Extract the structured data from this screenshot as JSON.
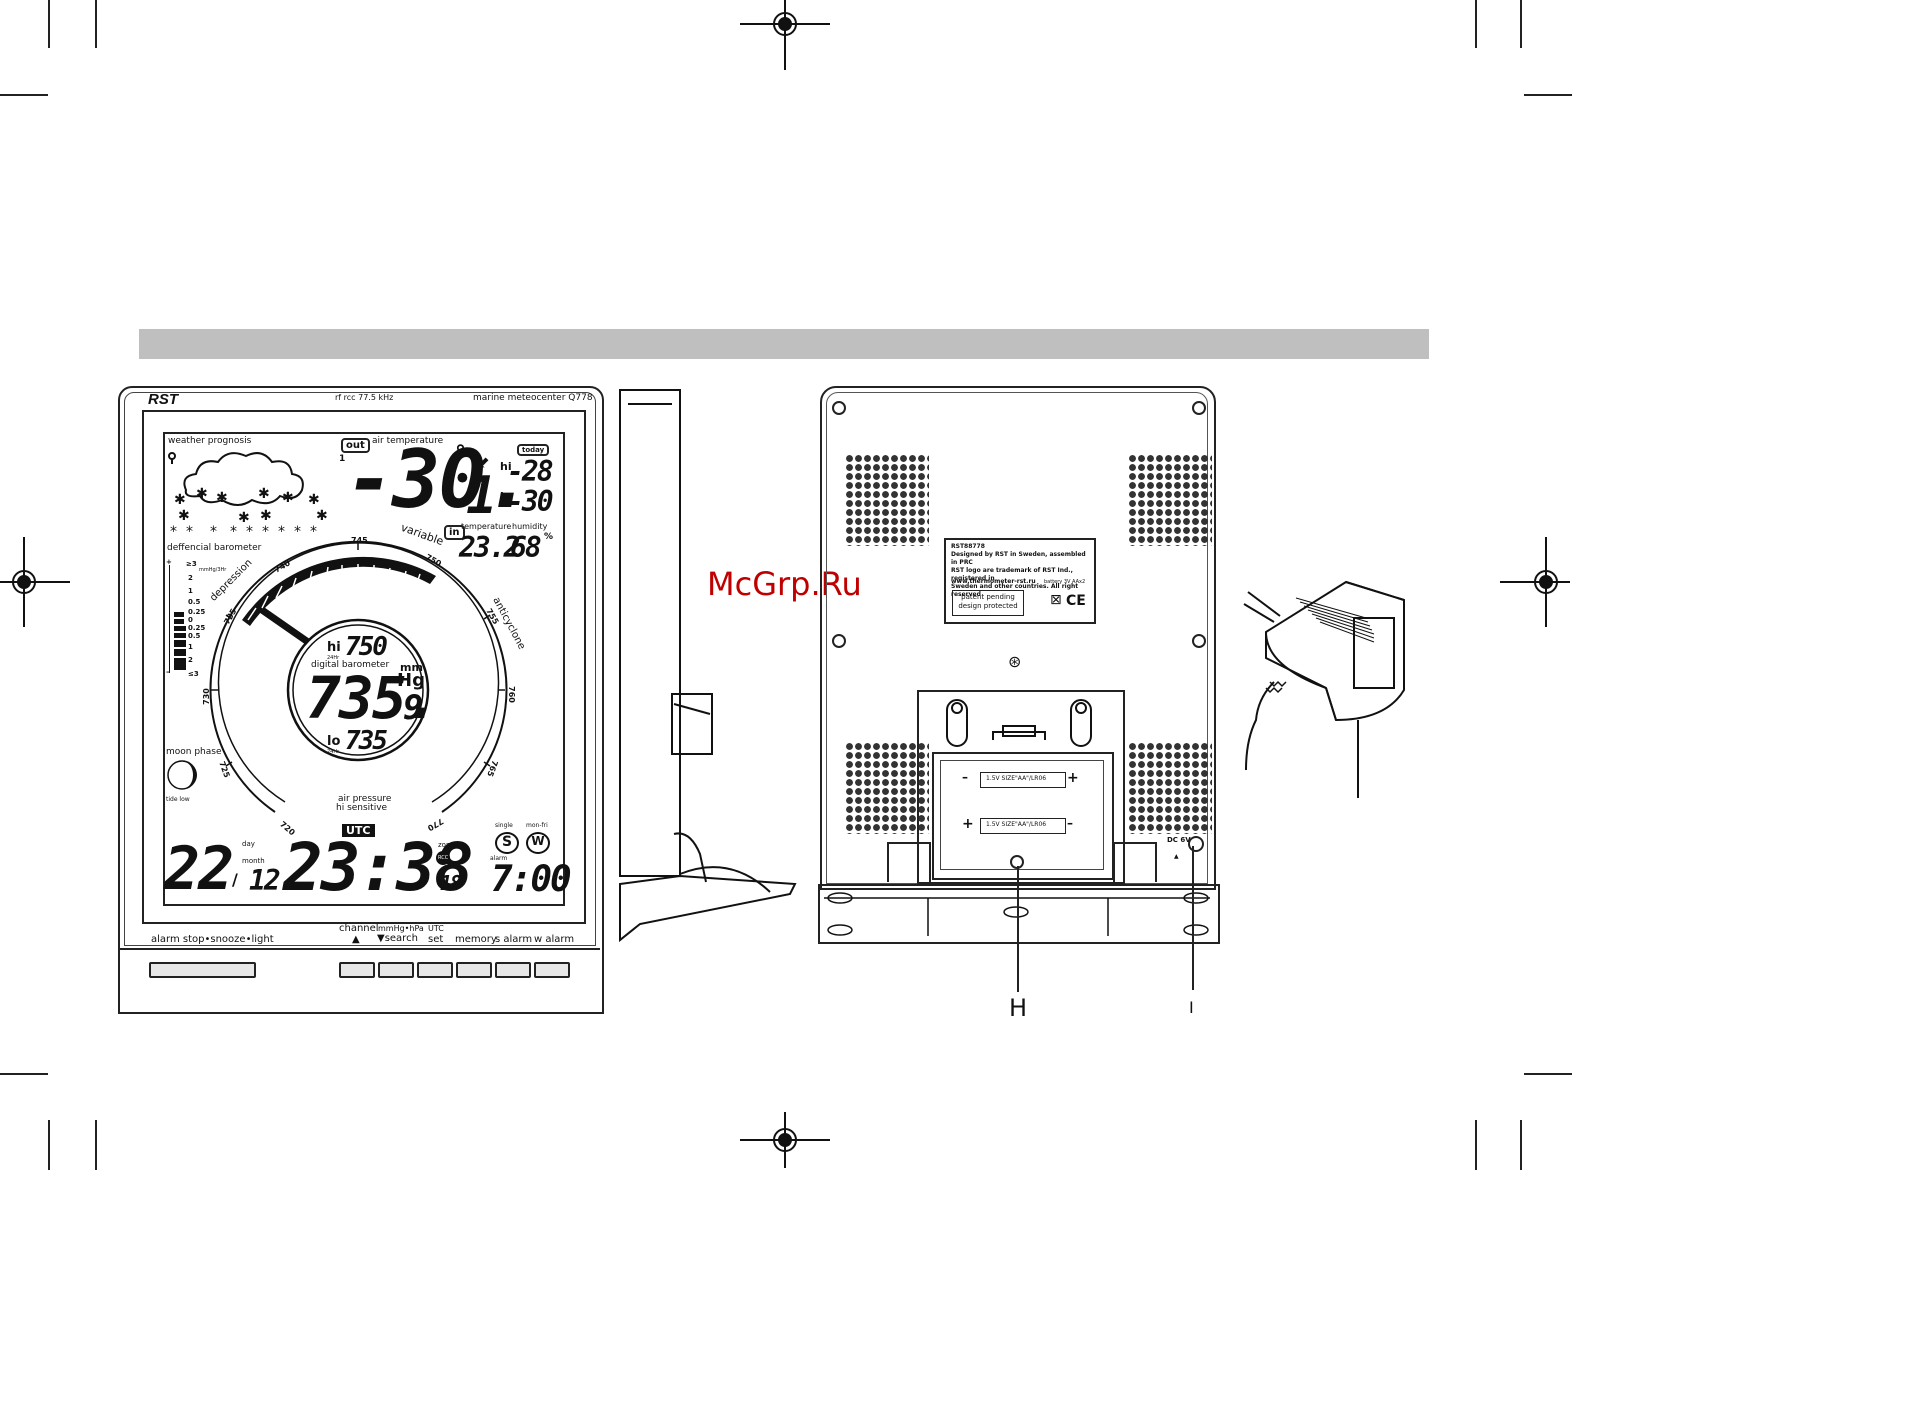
{
  "watermark": "McGrp.Ru",
  "station": {
    "brand": "RST",
    "rf_note": "rf rcc 77.5 kHz",
    "model": "marine meteocenter Q778",
    "weather_prognosis": "weather prognosis",
    "out_badge": "out",
    "out_channel": "1",
    "air_temperature_label": "air temperature",
    "air_temp_main": "-30.",
    "air_temp_decimal": "1",
    "degree": "°",
    "today_badge": "today",
    "hi": "hi",
    "lo": "lo",
    "hi_temp": "-28",
    "lo_temp": "-30",
    "variable": "variable",
    "in_badge": "in",
    "temperature_label": "temperature",
    "humidity_label": "humidity",
    "in_temp": "23.2",
    "in_humidity": "68",
    "percent": "%",
    "differential_barometer": "deffencial barometer",
    "diff_unit": "mmHg/3Hr",
    "diff_scale": [
      "+",
      "≥3",
      "2",
      "1",
      "0.5",
      "0.25",
      "0",
      "0.25",
      "0.5",
      "1",
      "2",
      "≤3",
      "–"
    ],
    "depression": "depression",
    "anticyclone": "anticyclone",
    "gauge_ticks": [
      "720",
      "725",
      "730",
      "735",
      "740",
      "745",
      "750",
      "755",
      "760",
      "765",
      "770"
    ],
    "hi_baro_label": "hi",
    "lo_baro_label": "lo",
    "period_24h": "24Hr",
    "hi_baro": "750",
    "digital_barometer": "digital barometer",
    "mm": "mm",
    "hg": "Hg",
    "baro_main": "735.",
    "baro_decimal": "9",
    "lo_baro": "735",
    "moon_phase": "moon phase",
    "tide": "tide low",
    "air_pressure": "air pressure",
    "hi_sensitive": "hi sensitive",
    "utc": "UTC",
    "day_label": "day",
    "month_label": "month",
    "day": "22",
    "slash": "/",
    "month": "12",
    "time": "23:38",
    "zone_label": "zone",
    "rcc": "RCC",
    "seconds": "18",
    "single": "single",
    "mon_fri": "mon-fri",
    "s_icon": "S",
    "w_icon": "W",
    "alarm_label": "alarm",
    "alarm_time": "7:00",
    "button_labels": {
      "alarm_stop": "alarm stop•snooze•light",
      "channel": "channel",
      "channel_arrow": "▲",
      "mmhg_hpa": "mmHg•hPa",
      "search": "▼search",
      "utc": "UTC",
      "set": "set",
      "memory": "memory",
      "s_alarm": "s alarm",
      "w_alarm": "w alarm"
    }
  },
  "back": {
    "label_lines": [
      "RST88778",
      "Designed by RST in Sweden, assembled in PRC",
      "RST logo are trademark of RST Ind., registered in",
      "Sweden and other countries. All right reserved"
    ],
    "website": "www.thermometer-rst.ru",
    "battery": "battery 3V AAx2",
    "patent": [
      "patent pending",
      "design protected"
    ],
    "ce": "CE",
    "battery_top": "1.5V SIZE\"AA\"/LR06",
    "battery_bottom": "1.5V SIZE\"AA\"/LR06",
    "plus": "+",
    "minus": "–",
    "dc_label": "DC 6V",
    "dc_arrow": "▲",
    "callout_h": "H",
    "callout_i": "I"
  }
}
